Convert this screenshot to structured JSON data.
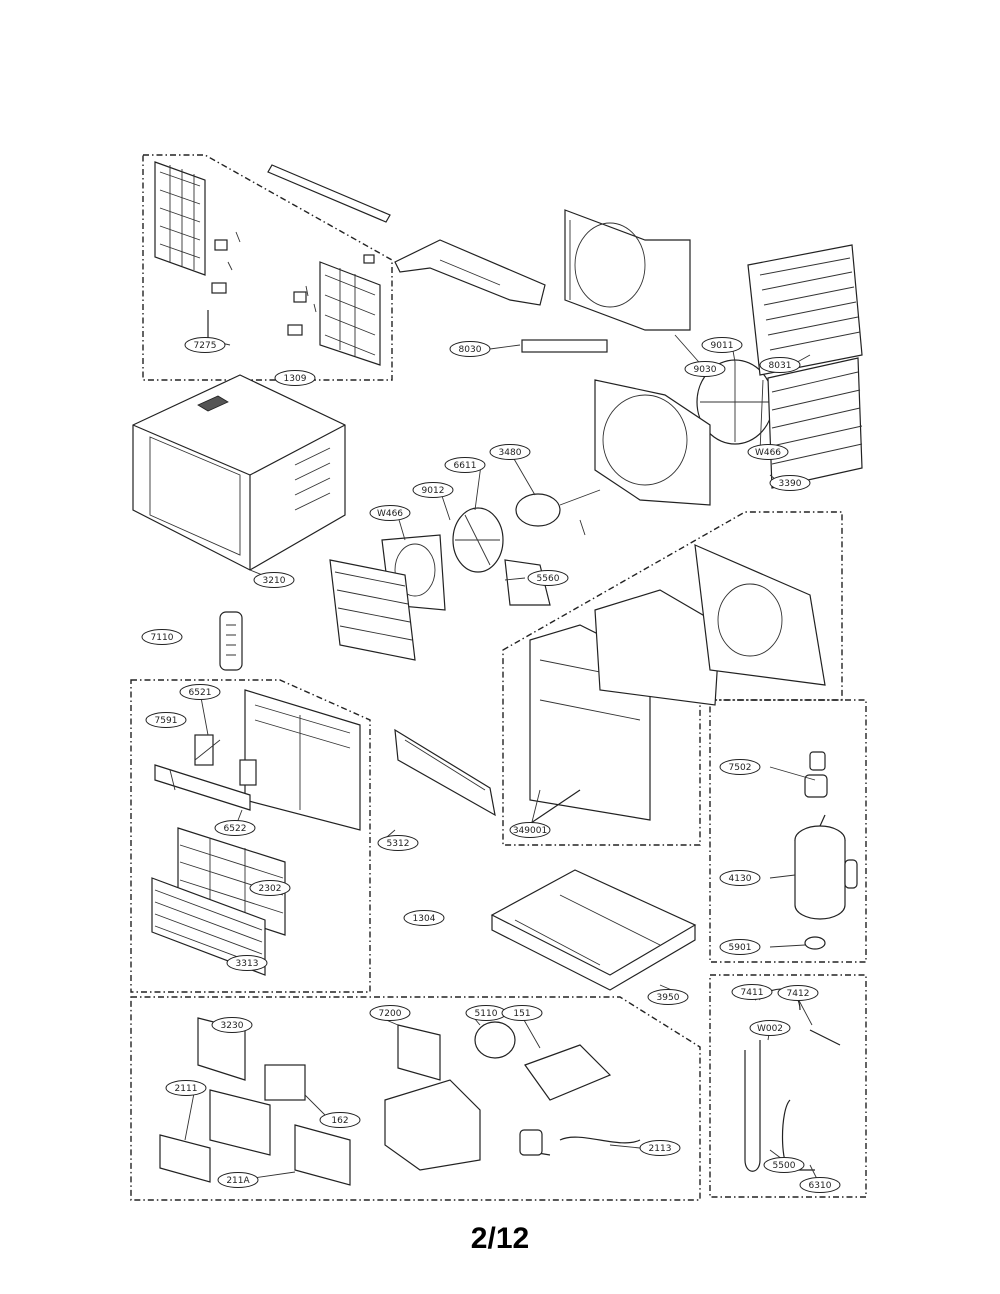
{
  "page_number": "2/12",
  "callouts": [
    "7275",
    "1309",
    "8030",
    "9030",
    "9011",
    "8031",
    "3210",
    "W466",
    "9012",
    "6611",
    "3480",
    "W466",
    "5560",
    "3390",
    "7110",
    "6521",
    "7591",
    "6522",
    "2302",
    "3313",
    "5312",
    "349001",
    "1304",
    "7502",
    "4130",
    "5901",
    "3950",
    "7411",
    "7412",
    "W002",
    "5500",
    "6310",
    "3230",
    "7200",
    "5110",
    "151",
    "2111",
    "162",
    "211A",
    "2113"
  ]
}
